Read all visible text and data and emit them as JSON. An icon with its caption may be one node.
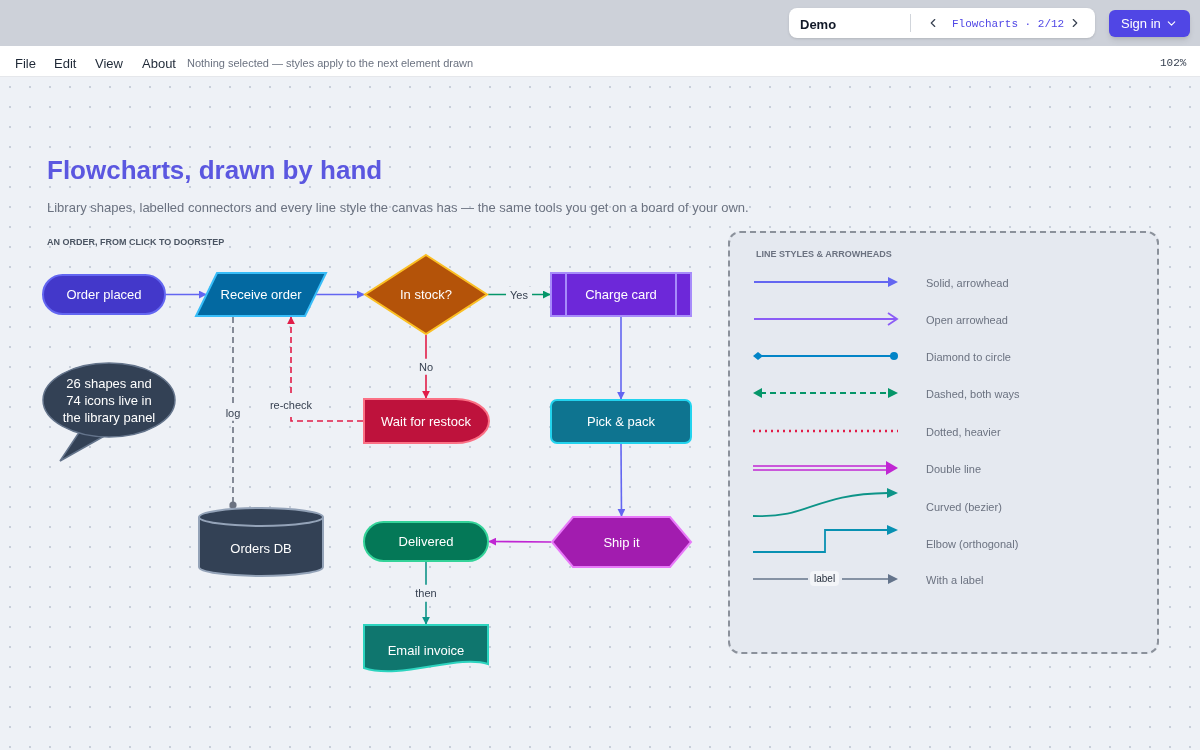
{
  "diagram": {
    "title": "Flowcharts, drawn by hand",
    "nodes": [
      {
        "text": [
          "Order placed"
        ]
      },
      {
        "text": [
          "Receive order"
        ]
      },
      {
        "text": [
          "In stock?"
        ]
      },
      {
        "text": [
          "Charge card"
        ]
      },
      {
        "text": [
          "Wait for restock"
        ]
      },
      {
        "text": [
          "Pick & pack"
        ]
      },
      {
        "text": [
          "26 shapes and 74 icons live in the library panel"
        ]
      },
      {
        "text": [
          "Orders DB"
        ]
      },
      {
        "text": [
          "Delivered"
        ]
      },
      {
        "text": [
          "Ship it"
        ]
      },
      {
        "text": [
          "Email invoice"
        ]
      }
    ],
    "edges": [
      {
        "from": 0,
        "to": 1,
        "arrow": "to"
      },
      {
        "from": 1,
        "to": 2,
        "arrow": "to"
      },
      {
        "from": 2,
        "to": 3,
        "arrow": "to",
        "label": "Yes",
        "color": "#059669"
      },
      {
        "from": 2,
        "to": 4,
        "arrow": "to",
        "label": "No",
        "color": "#e11d48"
      },
      {
        "from": 4,
        "to": 1,
        "arrow": "to",
        "label": "re-check",
        "style": "dashed",
        "color": "#e11d48"
      },
      {
        "from": 1,
        "to": 7,
        "arrow": "other",
        "label": "log",
        "style": "dashed",
        "color": "#6b7280"
      },
      {
        "from": 3,
        "to": 5,
        "arrow": "to"
      },
      {
        "from": 5,
        "to": 9,
        "arrow": "to"
      },
      {
        "from": 9,
        "to": 8,
        "arrow": "to",
        "color": "#c026d3"
      },
      {
        "from": 8,
        "to": 10,
        "arrow": "to",
        "label": "then",
        "color": "#0d9488"
      }
    ],
    "labels": [
      "Demo",
      "Flowcharts · 2/12",
      "Sign in",
      "File",
      "Edit",
      "View",
      "About",
      "Nothing selected — styles apply to the next element drawn",
      "102%",
      "Library shapes, labelled connectors and every line style the canvas has — the same tools you get on a board of your own.",
      "AN ORDER, FROM CLICK TO DOORSTEP",
      "LINE STYLES & ARROWHEADS",
      "label"
    ],
    "legend": [
      {
        "text": "Solid, arrowhead"
      },
      {
        "text": "Open arrowhead"
      },
      {
        "text": "Diamond to circle"
      },
      {
        "text": "Dashed, both ways"
      },
      {
        "text": "Dotted, heavier"
      },
      {
        "text": "Double line"
      },
      {
        "text": "Curved (bezier)"
      },
      {
        "text": "Elbow (orthogonal)"
      },
      {
        "text": "With a label"
      }
    ]
  }
}
